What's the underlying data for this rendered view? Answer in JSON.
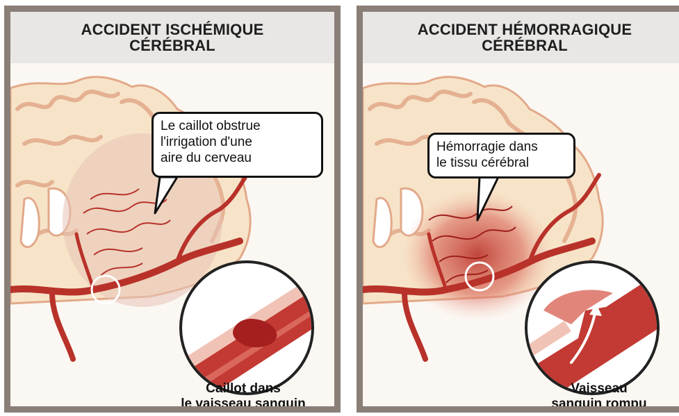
{
  "panels": [
    {
      "title_line1": "ACCIDENT ISCHÉMIQUE",
      "title_line2": "CÉRÉBRAL",
      "callout": [
        "Le caillot obstrue",
        "l'irrigation d'une",
        "aire du cerveau"
      ],
      "caption": [
        "Caillot dans",
        "le vaisseau sanguin"
      ]
    },
    {
      "title_line1": "ACCIDENT HÉMORRAGIQUE",
      "title_line2": "CÉRÉBRAL",
      "callout": [
        "Hémorragie dans",
        "le tissu cérébral"
      ],
      "caption": [
        "Vaisseau",
        "sanguin rompu"
      ]
    }
  ],
  "colors": {
    "frame": "#8a7f78",
    "title_band": "#e9e7e5",
    "brain_tissue": "#f7e4c8",
    "brain_outline": "#e2a98a",
    "artery": "#b8322a",
    "blood": "#a51f1f"
  }
}
